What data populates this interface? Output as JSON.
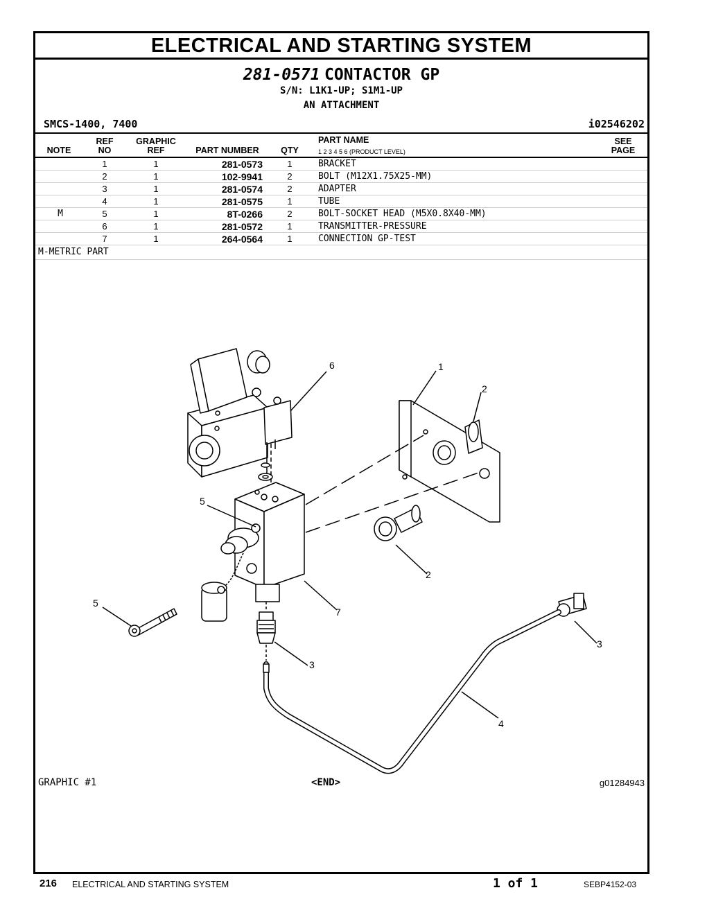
{
  "section_title": "ELECTRICAL AND STARTING SYSTEM",
  "group": {
    "part_number": "281-0571",
    "name": "CONTACTOR GP",
    "serial": "S/N: L1K1-UP; S1M1-UP",
    "attachment": "AN ATTACHMENT"
  },
  "smcs": "SMCS-1400, 7400",
  "ident": "i02546202",
  "columns": {
    "note": "NOTE",
    "ref_top": "REF",
    "ref_bot": "NO",
    "graphic_top": "GRAPHIC",
    "graphic_bot": "REF",
    "part_number": "PART NUMBER",
    "qty": "QTY",
    "part_name": "PART NAME",
    "levels": "1   2   3   4   5   6   (PRODUCT LEVEL)",
    "see_top": "SEE",
    "see_bot": "PAGE"
  },
  "parts": [
    {
      "note": "",
      "ref": "1",
      "graphic": "1",
      "part_number": "281-0573",
      "qty": "1",
      "name": "BRACKET"
    },
    {
      "note": "",
      "ref": "2",
      "graphic": "1",
      "part_number": "102-9941",
      "qty": "2",
      "name": "BOLT (M12X1.75X25-MM)"
    },
    {
      "note": "",
      "ref": "3",
      "graphic": "1",
      "part_number": "281-0574",
      "qty": "2",
      "name": "ADAPTER"
    },
    {
      "note": "",
      "ref": "4",
      "graphic": "1",
      "part_number": "281-0575",
      "qty": "1",
      "name": "TUBE"
    },
    {
      "note": "M",
      "ref": "5",
      "graphic": "1",
      "part_number": "8T-0266",
      "qty": "2",
      "name": "BOLT-SOCKET HEAD (M5X0.8X40-MM)"
    },
    {
      "note": "",
      "ref": "6",
      "graphic": "1",
      "part_number": "281-0572",
      "qty": "1",
      "name": "TRANSMITTER-PRESSURE"
    },
    {
      "note": "",
      "ref": "7",
      "graphic": "1",
      "part_number": "264-0564",
      "qty": "1",
      "name": "CONNECTION GP-TEST"
    }
  ],
  "note_legend": "M-METRIC PART",
  "callouts": {
    "c6": "6",
    "c1": "1",
    "c2a": "2",
    "c5a": "5",
    "c2b": "2",
    "c5b": "5",
    "c7": "7",
    "c3a": "3",
    "c3b": "3",
    "c4": "4"
  },
  "graphic_label": "GRAPHIC #1",
  "end_label": "<END>",
  "graphic_id": "g01284943",
  "footer": {
    "page": "216",
    "title": "ELECTRICAL AND STARTING SYSTEM",
    "of": "1 of 1",
    "doc": "SEBP4152-03"
  }
}
